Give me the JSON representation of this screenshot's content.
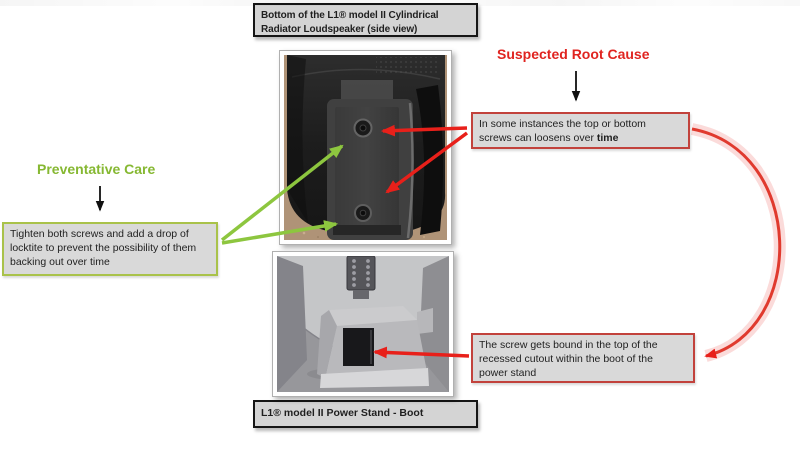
{
  "colors": {
    "red_accent": "#e02420",
    "green_accent": "#86b832",
    "box_bg": "#d9d9d9"
  },
  "title_box": {
    "line1": "Bottom of the L1® model II Cylindrical",
    "line2": "Radiator Loudspeaker (side view)"
  },
  "root_cause": {
    "heading": "Suspected Root Cause",
    "box": {
      "line1": "In some instances the top or bottom",
      "line2": "screws can loosens over ",
      "line2_bold": "time"
    }
  },
  "preventative": {
    "heading": "Preventative Care",
    "box": {
      "line1": "Tighten both screws and add a drop of",
      "line2": "locktite to prevent the possibility of them",
      "line3": "backing out over time"
    }
  },
  "boot_note": {
    "box": {
      "line1": "The screw gets bound in the top of the",
      "line2": "recessed cutout within the boot of the",
      "line3": "power stand"
    }
  },
  "stand_label": {
    "text": "L1® model II Power Stand - Boot"
  },
  "icons": {
    "down_arrow": "black-down-arrow",
    "red_pointer_arrows": "red-pointer-arrow",
    "green_pointer_arrows": "green-pointer-arrow",
    "curved_red_arrow": "curved-red-connector-arrow"
  }
}
